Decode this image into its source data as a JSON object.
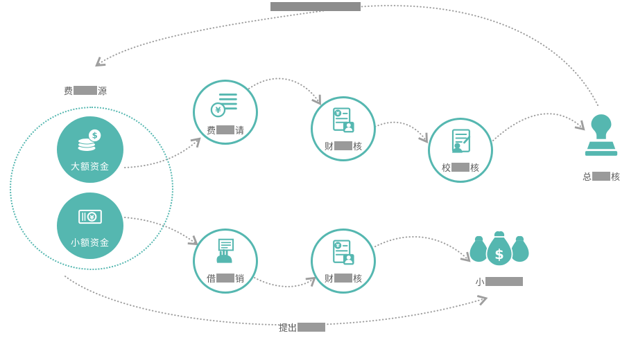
{
  "colors": {
    "teal": "#55b7b0",
    "arrow_gray": "#9e9e9e",
    "label_gray": "#5a5a5a",
    "redaction_gray": "#9a9a9a"
  },
  "flow": {
    "top_loop_label_redacted": true,
    "source_group": {
      "label": {
        "left": "费",
        "right": "源"
      },
      "items": [
        {
          "id": "large-funds",
          "label": "大额资金",
          "icon": "coins-icon"
        },
        {
          "id": "small-funds",
          "label": "小额资金",
          "icon": "banknote-icon"
        }
      ]
    },
    "steps": [
      {
        "id": "expense-apply",
        "label_left": "费",
        "label_right": "请",
        "icon": "list-coin-icon"
      },
      {
        "id": "finance-review-top",
        "label_left": "财",
        "label_right": "核",
        "icon": "invoice-person-icon"
      },
      {
        "id": "principal-review",
        "label_left": "校",
        "label_right": "核",
        "icon": "document-person-icon"
      },
      {
        "id": "final-approve",
        "label_left": "总",
        "label_right": "核",
        "icon": "stamp-icon"
      },
      {
        "id": "loan-reimburse",
        "label_left": "借",
        "label_right": "销",
        "icon": "hand-document-icon"
      },
      {
        "id": "finance-review-bottom",
        "label_left": "财",
        "label_right": "核",
        "icon": "invoice-person-icon"
      },
      {
        "id": "funds-release",
        "label_left": "小",
        "label_right": "",
        "icon": "money-bags-icon"
      }
    ],
    "bottom_arc_label": {
      "left": "提出",
      "right": ""
    },
    "connections": [
      {
        "from": "large-funds",
        "to": "expense-apply"
      },
      {
        "from": "expense-apply",
        "to": "finance-review-top"
      },
      {
        "from": "finance-review-top",
        "to": "principal-review"
      },
      {
        "from": "principal-review",
        "to": "final-approve"
      },
      {
        "from": "final-approve",
        "to": "source-group"
      },
      {
        "from": "small-funds",
        "to": "loan-reimburse"
      },
      {
        "from": "loan-reimburse",
        "to": "finance-review-bottom"
      },
      {
        "from": "finance-review-bottom",
        "to": "funds-release"
      },
      {
        "from": "source-group",
        "to": "funds-release",
        "via": "bottom-arc"
      }
    ]
  }
}
